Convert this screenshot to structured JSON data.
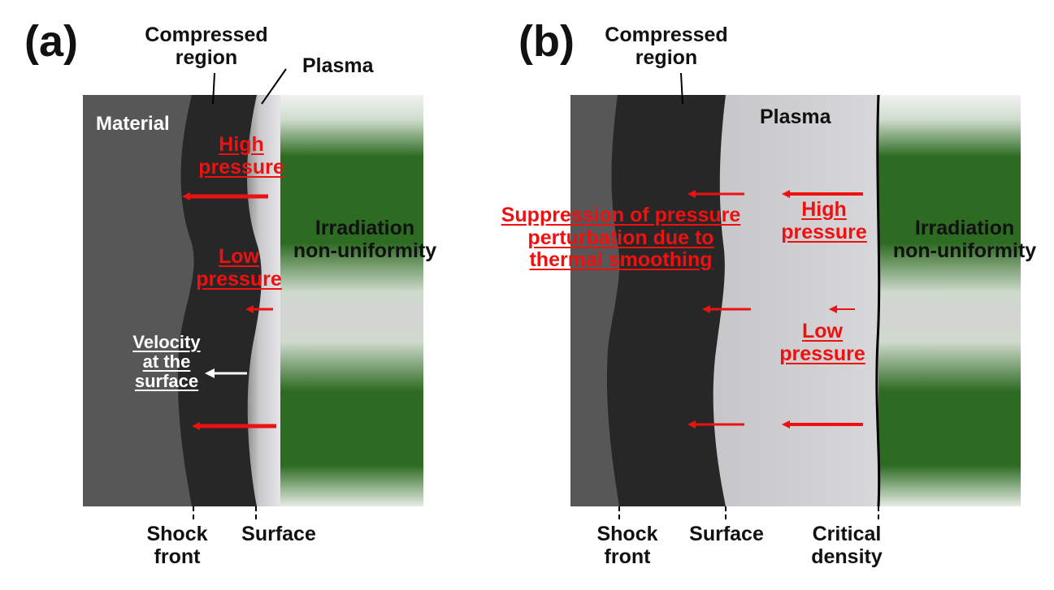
{
  "panel_a": {
    "letter": "(a)",
    "compressed_region": "Compressed\nregion",
    "plasma": "Plasma",
    "material": "Material",
    "high_pressure": "High\npressure",
    "low_pressure": "Low\npressure",
    "velocity_at_surface": "Velocity\nat the\nsurface",
    "irradiation": "Irradiation\nnon-uniformity",
    "shock_front": "Shock\nfront",
    "surface": "Surface"
  },
  "panel_b": {
    "letter": "(b)",
    "compressed_region": "Compressed\nregion",
    "plasma": "Plasma",
    "suppression": "Suppression of pressure\nperturbation due to\nthermal smoothing",
    "high_pressure": "High\npressure",
    "low_pressure": "Low\npressure",
    "irradiation": "Irradiation\nnon-uniformity",
    "shock_front": "Shock\nfront",
    "surface": "Surface",
    "critical_density": "Critical\ndensity"
  },
  "colors": {
    "material": "#575757",
    "compressed": "#272727",
    "plasma": "#d2d2d4",
    "laser_green": "#2d6b22",
    "pressure_red": "#ee1111"
  }
}
